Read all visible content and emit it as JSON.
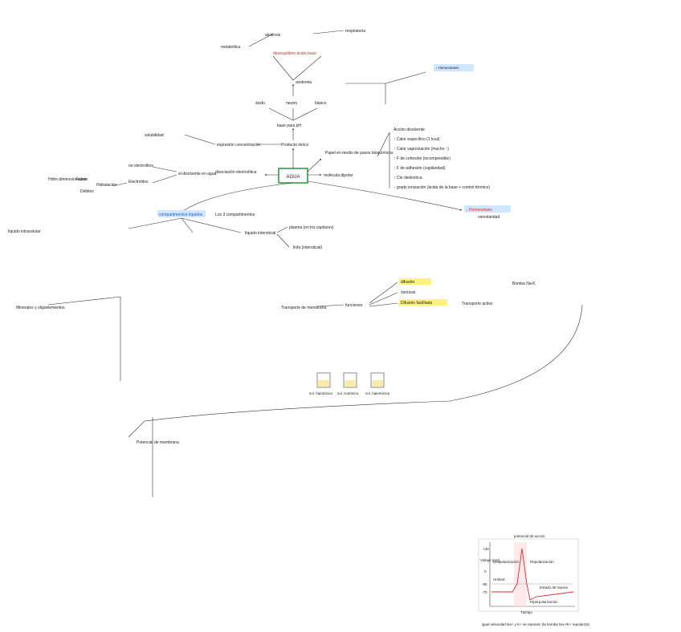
{
  "center": {
    "label": "AGUA"
  },
  "nodes": {
    "dipolar": "molécula dipolar",
    "papel": "Papel en medio de pasos bioquímicos",
    "accion": "Acción disolvente",
    "calor_esp": "↑ Calor específico (1 kcal)",
    "calor_vap": "↑ Calor vaporización (mucho ↑)",
    "cohesion": "↑ F de cohesión (incompresible)",
    "adhesion": "↑ F de adhesión (capilaridad)",
    "const_diel": "↑ Cte dieléctrica",
    "ionizacion": "↓ grado ionización (ácida de la base + control térmico)",
    "disociacion": "disociación electrolítica",
    "disolvente": "el disolvente en agua",
    "electrolitos": "no electrolitos",
    "hidratacion": "Hidratación",
    "electrolitos2": "Electrolitos",
    "hidrofobicas": "Hidro-dimensionadas",
    "fuerte": "Fuerte",
    "debiles": "Débiles",
    "solubilidad": "solubilidad",
    "prod_ionico": "Producto iónico",
    "expresion": "expresión concentración",
    "base_ph": "base para pH",
    "acido": "ácido",
    "neutro": "neutro",
    "basico": "básico",
    "acidemia": "acidemia",
    "alcalosis": "alcalosis",
    "metabolica": "metabólica",
    "respiratoria": "respiratoria",
    "desequilibrio": "desequilibrio ácido-base",
    "comp_liquidos": "compartimentos líquidos",
    "tres_comp": "Los 3 compartimentos",
    "liq_intracel": "líquido intracelular",
    "liq_intersticial": "líquido intersticial",
    "plasma": "plasma (en los capilares)",
    "linfa": "linfa (intersticial)",
    "hidroelectrolitico": "↓ Homeostasis",
    "osmolaridad": "osmolaridad",
    "transporte": "Transporte de membrana",
    "funciones": "funciones",
    "difusion": "difusión",
    "osmosis": "ósmosis",
    "dif_facilitada": "Difusión facilitada",
    "transp_activo": "Transporte activo",
    "bomba": "Bomba Na-K",
    "potencial_mem": "Potencial de membrana",
    "grafica_titulo": "potencial de acción",
    "col1": "sol. hipotónica",
    "col2": "sol. isotónica",
    "col3": "sol. hipertónica",
    "mineral": "Minerales y oligoelementos",
    "nota_final": "igual velocidad Na+ y K+ se reponen (la bomba Na+/K+ repolariza)"
  },
  "graph": {
    "title": "potencial de acción",
    "ylabel": "Voltaje (mV)",
    "xlabel": "Tiempo",
    "yticks": [
      "+40",
      "0",
      "-55",
      "-70"
    ],
    "labels": [
      "Despolarización",
      "Repolarización",
      "Umbral",
      "Estado de reposo",
      "Hiperpolarización"
    ]
  },
  "colors": {
    "center_border": "#2f9e44",
    "highlight_yellow": "#fff27a",
    "highlight_blue": "#cfe7ff",
    "red": "#d92b2b",
    "blue": "#2a5fb0"
  }
}
